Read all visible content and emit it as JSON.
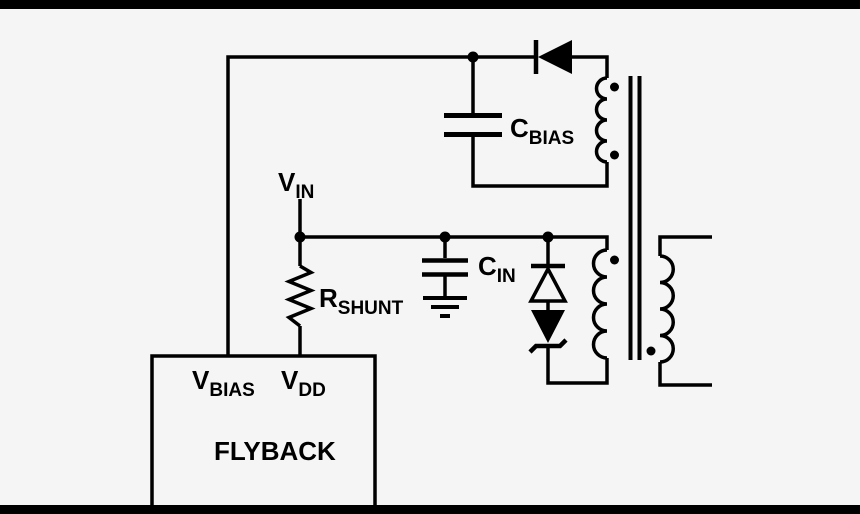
{
  "colors": {
    "background": "#f5f5f5",
    "ink": "#000000"
  },
  "labels": {
    "vin": {
      "base": "V",
      "sub": "IN"
    },
    "cbias": {
      "base": "C",
      "sub": "BIAS"
    },
    "cin": {
      "base": "C",
      "sub": "IN"
    },
    "rshunt": {
      "base": "R",
      "sub": "SHUNT"
    },
    "vbias_pin": {
      "base": "V",
      "sub": "BIAS"
    },
    "vdd_pin": {
      "base": "V",
      "sub": "DD"
    },
    "ic_name": "FLYBACK"
  },
  "symbols": [
    "rectifier-diode",
    "bias-capacitor",
    "input-capacitor",
    "shunt-resistor",
    "tvs-zener-diode-clamp",
    "transformer-bias-winding",
    "transformer-primary-winding",
    "transformer-secondary-winding",
    "ground-symbol",
    "flyback-controller-ic"
  ]
}
